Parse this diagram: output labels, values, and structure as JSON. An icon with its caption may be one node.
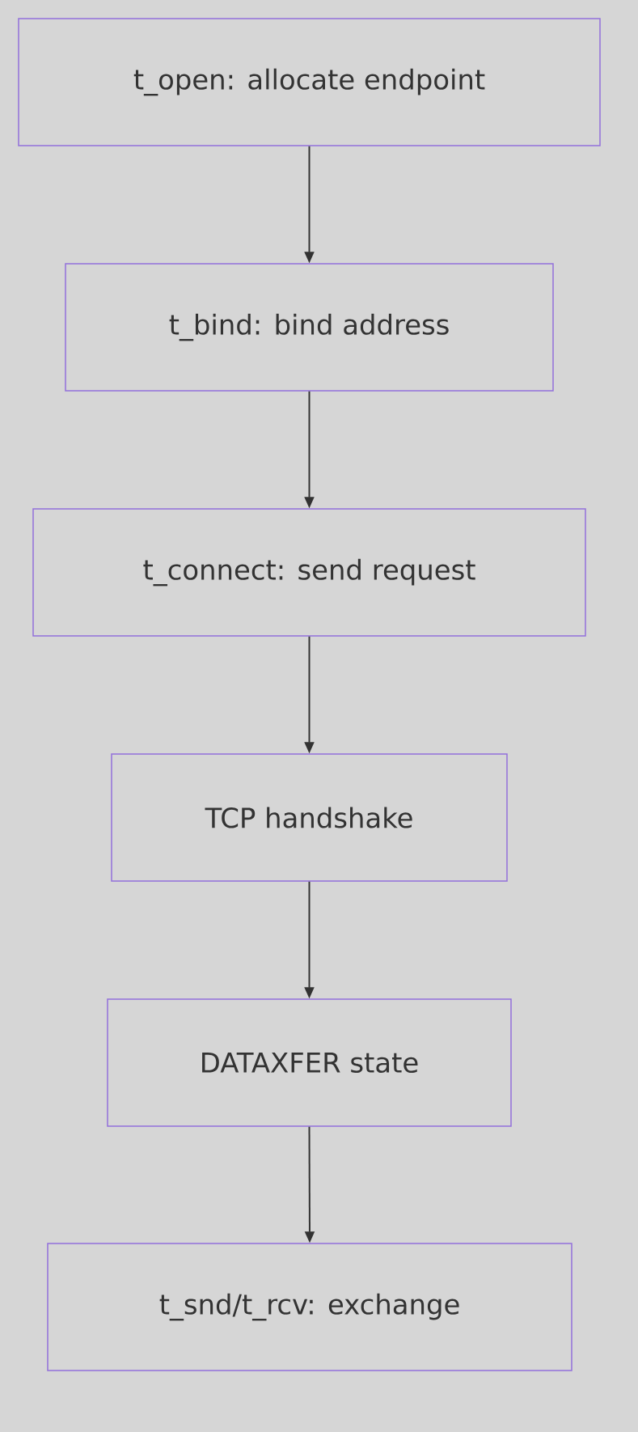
{
  "diagram": {
    "nodes": [
      {
        "text": [
          "t_open: allocate endpoint"
        ]
      },
      {
        "text": [
          "t_bind: bind address"
        ]
      },
      {
        "text": [
          "t_connect: send request"
        ]
      },
      {
        "text": [
          "TCP handshake"
        ]
      },
      {
        "text": [
          "DATAXFER state"
        ]
      },
      {
        "text": [
          "t_snd/t_rcv: exchange"
        ]
      }
    ],
    "edges": [
      {
        "from": 0,
        "to": 1,
        "arrow": "to"
      },
      {
        "from": 1,
        "to": 2,
        "arrow": "to"
      },
      {
        "from": 2,
        "to": 3,
        "arrow": "to"
      },
      {
        "from": 3,
        "to": 4,
        "arrow": "to"
      },
      {
        "from": 4,
        "to": 5,
        "arrow": "to"
      }
    ]
  }
}
